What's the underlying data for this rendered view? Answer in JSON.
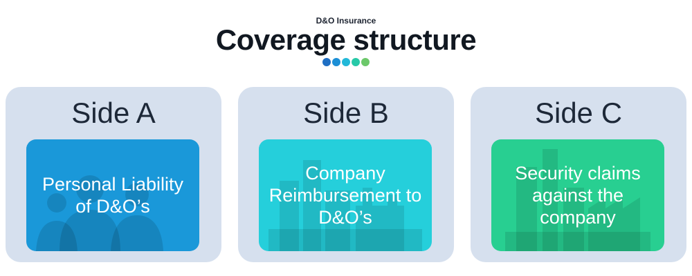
{
  "header": {
    "eyebrow": "D&O Insurance",
    "title": "Coverage structure",
    "dots": [
      "#1f6fc4",
      "#1c8fd6",
      "#22b8d8",
      "#27c9a8",
      "#6cc86a"
    ]
  },
  "sides": [
    {
      "title": "Side A",
      "description": "Personal Liability of D&O’s",
      "card_color": "#1a98d9",
      "icon": "people-icon"
    },
    {
      "title": "Side B",
      "description": "Company Reimbursement to D&O’s",
      "card_color": "#25cfdb",
      "icon": "city-buildings-icon"
    },
    {
      "title": "Side C",
      "description": "Security claims against the company",
      "card_color": "#28cf91",
      "icon": "factory-buildings-icon"
    }
  ]
}
